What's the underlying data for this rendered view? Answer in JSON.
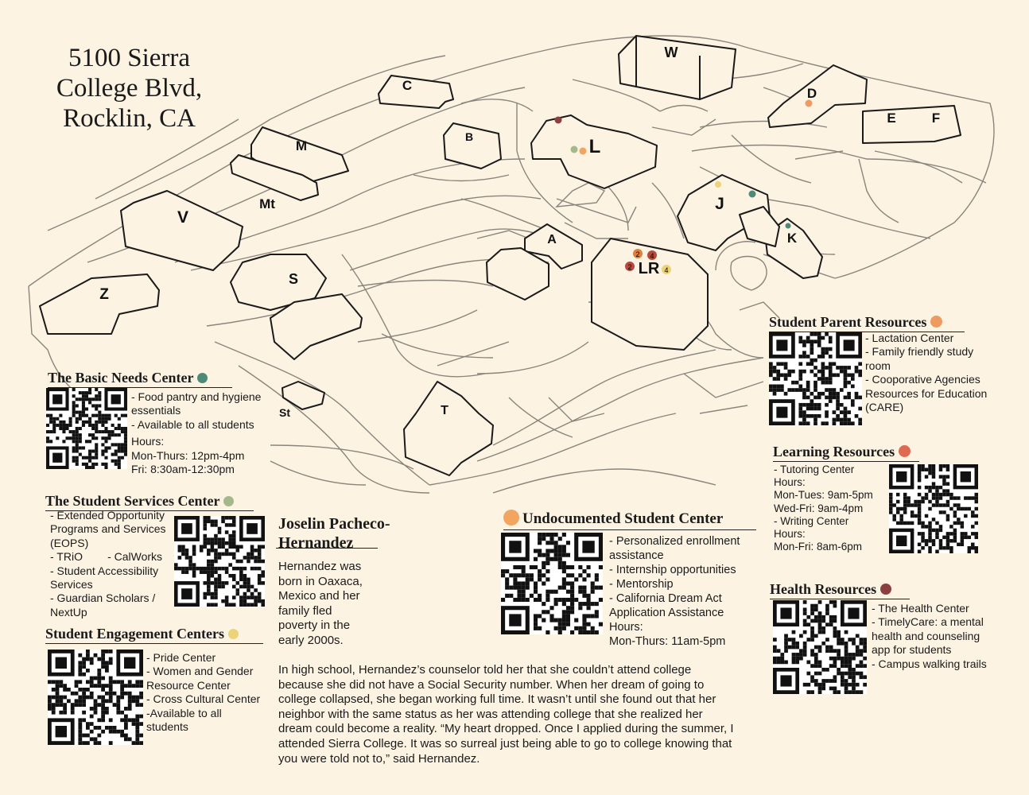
{
  "address": {
    "lines": [
      "5100 Sierra",
      "College Blvd,",
      "Rocklin, CA"
    ]
  },
  "colors": {
    "background": "#fcf3e3",
    "basic_needs": "#4e8a78",
    "student_services": "#a4b889",
    "engagement": "#ecd37a",
    "parent": "#ef9a5f",
    "learning": "#df6a52",
    "undocumented": "#f2a461",
    "health": "#8c3f3f"
  },
  "buildings": {
    "W": "W",
    "C": "C",
    "D": "D",
    "E": "E",
    "F": "F",
    "B": "B",
    "L": "L",
    "M": "M",
    "Mt": "Mt",
    "V": "V",
    "J": "J",
    "K": "K",
    "A": "A",
    "LR": "LR",
    "S": "S",
    "Z": "Z",
    "St": "St",
    "T": "T"
  },
  "floor_markers": [
    "2",
    "4",
    "2",
    "4"
  ],
  "basic_needs": {
    "title": "The Basic Needs Center",
    "lines": [
      "- Food pantry and hygiene",
      "essentials",
      "- Available to all students",
      "Hours:",
      "Mon-Thurs: 12pm-4pm",
      "Fri: 8:30am-12:30pm"
    ]
  },
  "student_services": {
    "title": "The Student Services Center",
    "lines": [
      "- Extended Opportunity",
      "Programs and Services",
      "(EOPS)",
      "- TRiO        - CalWorks",
      "- Student Accessibility",
      "Services",
      "- Guardian Scholars /",
      "NextUp"
    ]
  },
  "engagement": {
    "title": "Student Engagement Centers",
    "lines": [
      "- Pride Center",
      "- Women and Gender",
      "Resource Center",
      "- Cross Cultural Center",
      "-Available to all",
      "students"
    ]
  },
  "article": {
    "title_lines": [
      "Joselin Pacheco-",
      "Hernandez"
    ],
    "intro_lines": [
      "Hernandez was",
      "born in Oaxaca,",
      "Mexico and her",
      "family fled",
      "poverty in the",
      "early 2000s."
    ],
    "body_lines": [
      "In high school, Hernandez’s counselor told her that she couldn’t attend college",
      "because she did not have a Social Security number. When her dream of going to",
      "college collapsed, she began working full time. It wasn’t until she found out that her",
      "neighbor with the same status as her was attending college that she realized her",
      "dream could become a reality. “My heart dropped. Once I applied during the summer, I",
      "attended Sierra College. It was so surreal just being able to go to college knowing that",
      "you were told not to,” said Hernandez."
    ]
  },
  "undocumented": {
    "title": "Undocumented Student Center",
    "lines": [
      "- Personalized enrollment",
      "assistance",
      "- Internship opportunities",
      "- Mentorship",
      "- California Dream Act",
      "Application Assistance",
      "Hours:",
      "Mon-Thurs: 11am-5pm"
    ]
  },
  "parent": {
    "title": "Student Parent Resources",
    "lines": [
      "- Lactation Center",
      "- Family friendly study",
      "room",
      "- Cooporative Agencies",
      "Resources for Education",
      "(CARE)"
    ]
  },
  "learning": {
    "title": "Learning Resources",
    "lines": [
      "- Tutoring Center",
      "Hours:",
      "Mon-Tues: 9am-5pm",
      "Wed-Fri: 9am-4pm",
      "- Writing Center",
      "Hours:",
      "Mon-Fri: 8am-6pm"
    ]
  },
  "health": {
    "title": "Health Resources",
    "lines": [
      "- The Health Center",
      "- TimelyCare: a mental",
      "health and counseling",
      "app for students",
      "- Campus walking trails"
    ]
  }
}
